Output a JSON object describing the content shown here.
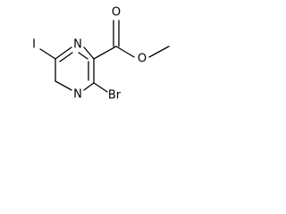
{
  "molecule": {
    "atoms": {
      "n_top": "N",
      "n_bottom": "N",
      "iodine": "I",
      "bromine": "Br",
      "carbonyl_oxygen": "O",
      "ester_oxygen": "O"
    }
  }
}
